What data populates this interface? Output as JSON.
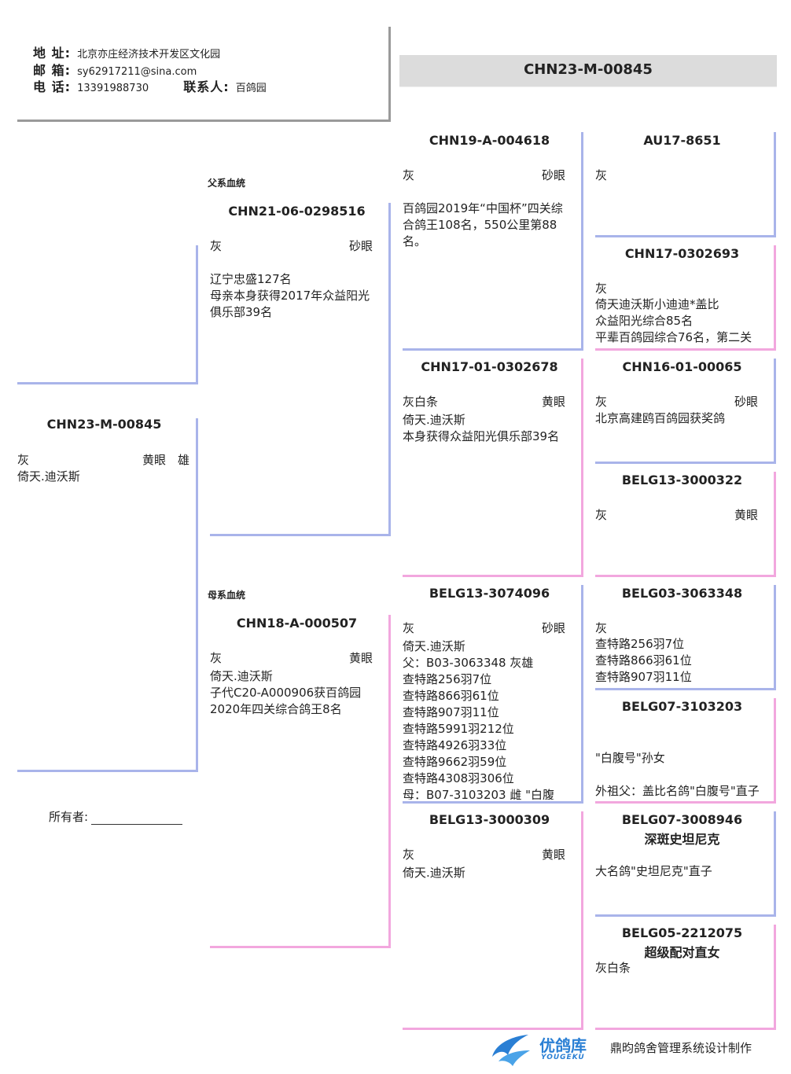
{
  "header": {
    "address_label": "地 址:",
    "address": "北京亦庄经济技术开发区文化园",
    "email_label": "邮 箱:",
    "email": "sy62917211@sina.com",
    "phone_label": "电 话:",
    "phone": "13391988730",
    "contact_label": "联系人:",
    "contact": "百鸽园"
  },
  "title_ring": "CHN23-M-00845",
  "labels": {
    "paternal": "父系血统",
    "maternal": "母系血统",
    "owner": "所有者:"
  },
  "subject": {
    "ring": "CHN23-M-00845",
    "color": "灰",
    "eye": "黄眼",
    "sex": "雄",
    "notes": [
      "倚天.迪沃斯"
    ]
  },
  "sire": {
    "ring": "CHN21-06-0298516",
    "color": "灰",
    "eye": "砂眼",
    "notes": [
      "辽宁忠盛127名",
      "母亲本身获得2017年众益阳光",
      "俱乐部39名"
    ]
  },
  "dam": {
    "ring": "CHN18-A-000507",
    "color": "灰",
    "eye": "黄眼",
    "notes": [
      "倚天.迪沃斯",
      "子代C20-A000906获百鸽园",
      "2020年四关综合鸽王8名"
    ]
  },
  "ss": {
    "ring": "CHN19-A-004618",
    "color": "灰",
    "eye": "砂眼",
    "notes": [
      "百鸽园2019年“中国杯”四关综",
      "合鸽王108名，550公里第88",
      "名。"
    ]
  },
  "sd": {
    "ring": "CHN17-01-0302678",
    "color": "灰白条",
    "eye": "黄眼",
    "notes": [
      "倚天.迪沃斯",
      "本身获得众益阳光俱乐部39名"
    ]
  },
  "ds": {
    "ring": "BELG13-3074096",
    "color": "灰",
    "eye": "砂眼",
    "notes": [
      "倚天.迪沃斯",
      "父：B03-3063348  灰雄",
      "查特路256羽7位",
      "查特路866羽61位",
      "查特路907羽11位",
      "查特路5991羽212位",
      "查特路4926羽33位",
      "查特路9662羽59位",
      "查特路4308羽306位",
      "母：B07-3103203  雌  \"白腹"
    ]
  },
  "dd": {
    "ring": "BELG13-3000309",
    "color": "灰",
    "eye": "黄眼",
    "notes": [
      "倚天.迪沃斯"
    ]
  },
  "sss": {
    "ring": "AU17-8651",
    "color": "灰",
    "eye": "",
    "notes": []
  },
  "ssd": {
    "ring": "CHN17-0302693",
    "color": "灰",
    "eye": "",
    "notes": [
      "倚天迪沃斯小迪迪*盖比",
      "众益阳光综合85名",
      "平辈百鸽园综合76名，第二关"
    ]
  },
  "sds": {
    "ring": "CHN16-01-00065",
    "color": "灰",
    "eye": "砂眼",
    "notes": [
      "北京高建鸥百鸽园获奖鸽"
    ]
  },
  "sdd": {
    "ring": "BELG13-3000322",
    "color": "灰",
    "eye": "黄眼",
    "notes": []
  },
  "dss": {
    "ring": "BELG03-3063348",
    "color": "灰",
    "eye": "",
    "notes": [
      "查特路256羽7位",
      "查特路866羽61位",
      "查特路907羽11位"
    ]
  },
  "dsd": {
    "ring": "BELG07-3103203",
    "color": "",
    "eye": "",
    "notes": [
      "\"白腹号\"孙女",
      "",
      "外祖父：盖比名鸽\"白腹号\"直子"
    ]
  },
  "dds": {
    "ring": "BELG07-3008946",
    "name": "深斑史坦尼克",
    "color": "",
    "eye": "",
    "notes": [
      "大名鸽\"史坦尼克\"直子"
    ]
  },
  "ddd": {
    "ring": "BELG05-2212075",
    "name": "超级配对直女",
    "color": "灰白条",
    "eye": "",
    "notes": []
  },
  "footer": {
    "logo_cn": "优鸽库",
    "logo_en": "YOUGEKU",
    "credit": "鼎昀鸽舍管理系统设计制作"
  },
  "colors": {
    "paternal_line": "#a9b4ea",
    "maternal_line": "#f2a7de",
    "header_border": "#9a9a9a",
    "title_bg": "#dcdcdc",
    "logo_blue": "#2a7fd4"
  }
}
